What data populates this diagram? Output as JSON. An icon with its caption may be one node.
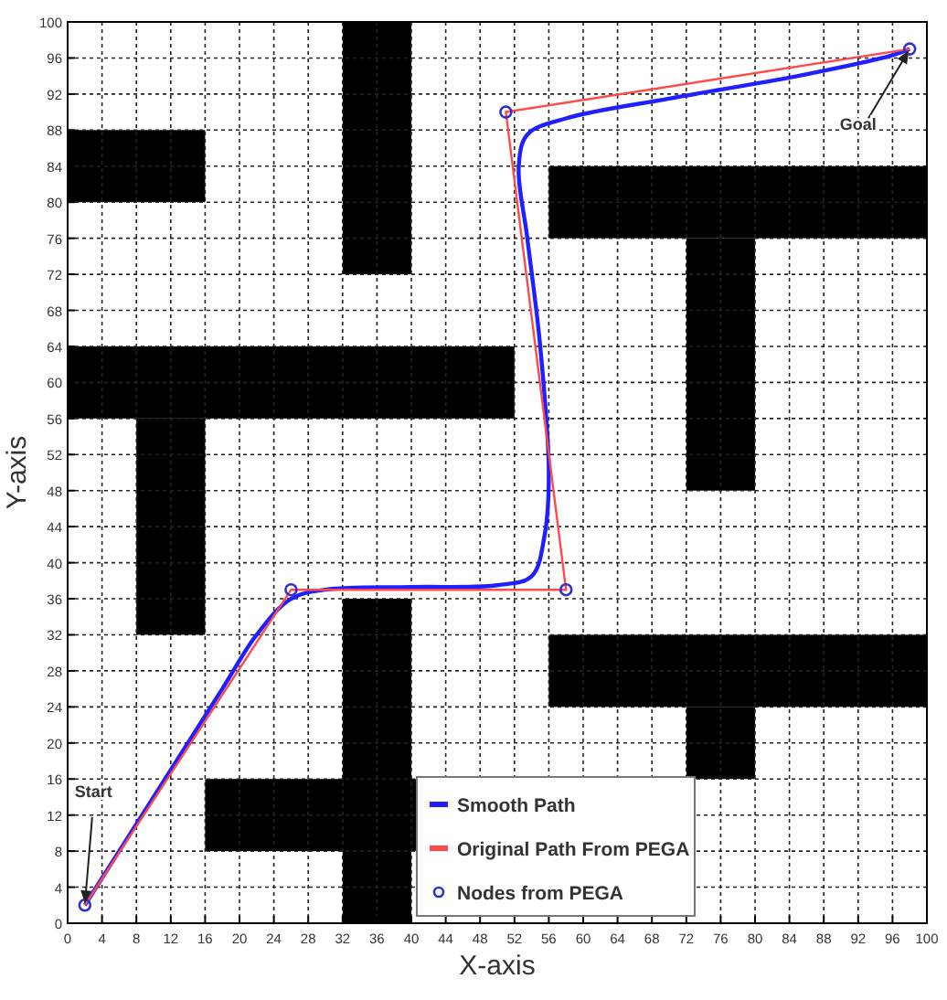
{
  "diagram": {
    "chart_data": {
      "type": "line",
      "xlabel": "X-axis",
      "ylabel": "Y-axis",
      "xlim": [
        0,
        100
      ],
      "ylim": [
        0,
        100
      ],
      "xticks": [
        0,
        4,
        8,
        12,
        16,
        20,
        24,
        28,
        32,
        36,
        40,
        44,
        48,
        52,
        56,
        60,
        64,
        68,
        72,
        76,
        80,
        84,
        88,
        92,
        96,
        100
      ],
      "yticks": [
        0,
        4,
        8,
        12,
        16,
        20,
        24,
        28,
        32,
        36,
        40,
        44,
        48,
        52,
        56,
        60,
        64,
        68,
        72,
        76,
        80,
        84,
        88,
        92,
        96,
        100
      ],
      "series": [
        {
          "name": "Smooth Path",
          "color": "#1f1fff",
          "x": [
            2,
            10,
            18,
            22,
            26,
            30,
            40,
            50,
            54,
            55.5,
            56,
            55,
            53.5,
            52.5,
            53.5,
            58,
            70,
            85,
            96,
            98
          ],
          "values": [
            2,
            14,
            26,
            32,
            36,
            37,
            37.3,
            37.5,
            38.5,
            43,
            50,
            64,
            76,
            84,
            87.5,
            89.3,
            91.5,
            94,
            96.3,
            97
          ]
        },
        {
          "name": "Original Path From PEGA",
          "color": "#ff4a4a",
          "x": [
            2,
            26,
            58,
            51,
            98
          ],
          "values": [
            2,
            37,
            37,
            90,
            97
          ]
        },
        {
          "name": "Nodes from PEGA",
          "color": "#3030d0",
          "type": "scatter",
          "x": [
            2,
            26,
            58,
            51,
            98
          ],
          "values": [
            2,
            37,
            37,
            90,
            97
          ]
        }
      ],
      "grid": true,
      "legend": "lower center",
      "annotations": [
        "Start",
        "Goal"
      ]
    }
  }
}
